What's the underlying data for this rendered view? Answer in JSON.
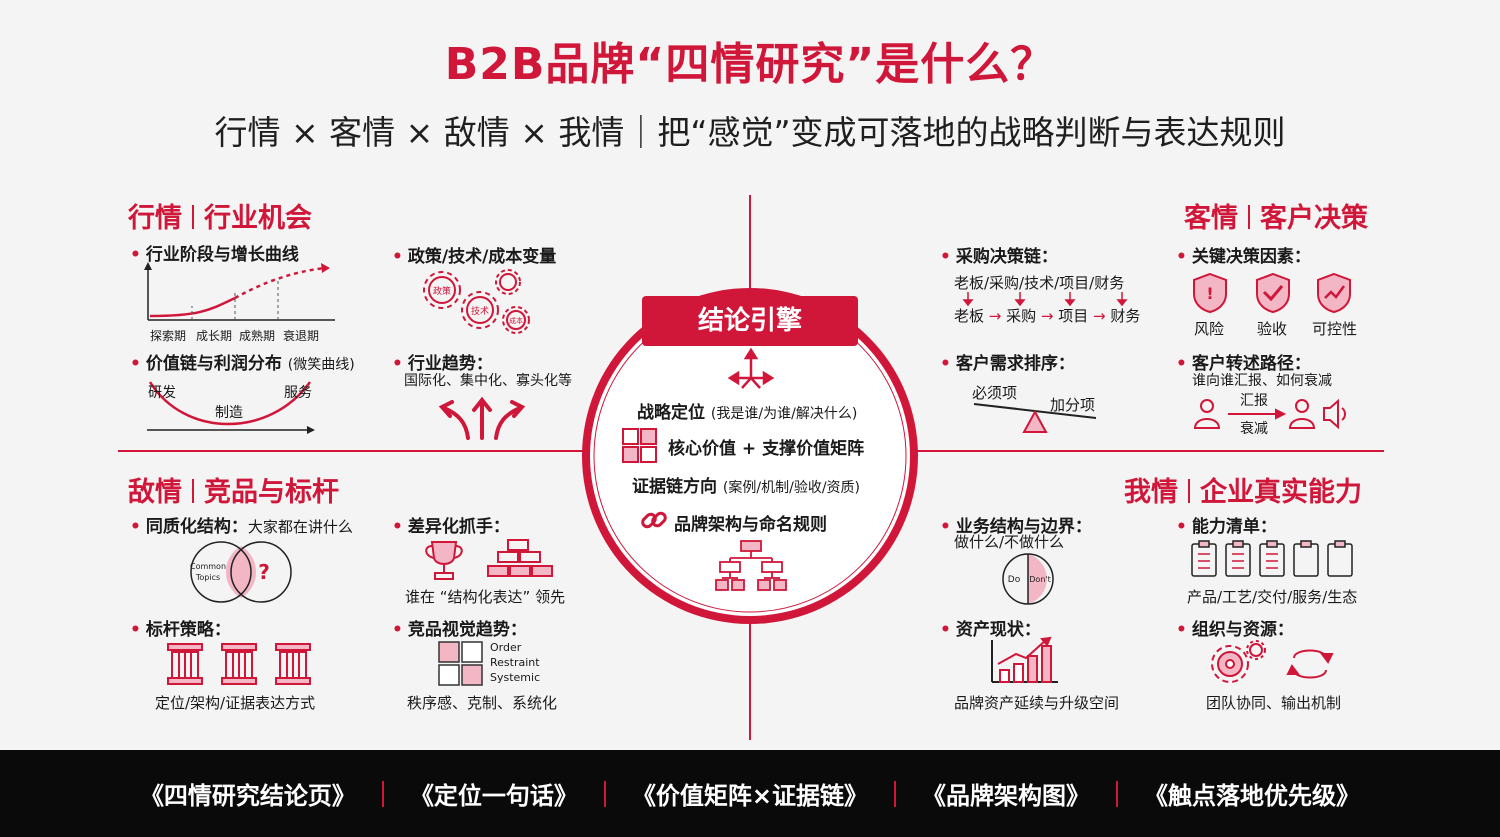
{
  "header": {
    "title": "B2B品牌“四情研究”是什么？",
    "subtitle": "行情 × 客情 × 敌情 × 我情｜把“感觉”变成可落地的战略判断与表达规则"
  },
  "q_top_left": {
    "title_a": "行情",
    "title_b": "行业机会",
    "b1": "行业阶段与增长曲线",
    "stages": [
      "探索期",
      "成长期",
      "成熟期",
      "衰退期"
    ],
    "b2": "价值链与利润分布",
    "b2_note": "(微笑曲线)",
    "smile": [
      "研发",
      "制造",
      "服务"
    ],
    "b3": "政策/技术/成本变量",
    "gear_labels": [
      "政策",
      "技术",
      "成本"
    ],
    "b4": "行业趋势：",
    "b4_text": "国际化、集中化、寡头化等"
  },
  "q_top_right": {
    "title_a": "客情",
    "title_b": "客户决策",
    "b1": "采购决策链：",
    "chain_top": "老板/采购/技术/项目/财务",
    "chain_bottom": [
      "老板",
      "采购",
      "项目",
      "财务"
    ],
    "b2": "客户需求排序：",
    "scale": [
      "必须项",
      "加分项"
    ],
    "b3": "关键决策因素：",
    "factors": [
      "风险",
      "验收",
      "可控性"
    ],
    "b4": "客户转述路径：",
    "b4_text": "谁向谁汇报、如何衰减",
    "path_labels": [
      "汇报",
      "衰减"
    ]
  },
  "q_bottom_left": {
    "title_a": "敌情",
    "title_b": "竞品与标杆",
    "b1": "同质化结构：",
    "b1_text": "大家都在讲什么",
    "venn": [
      "Common",
      "Topics",
      "?"
    ],
    "b2": "标杆策略：",
    "b2_text": "定位/架构/证据表达方式",
    "b3": "差异化抓手：",
    "b3_text": "谁在 “结构化表达” 领先",
    "b4": "竞品视觉趋势：",
    "visual_words": [
      "Order",
      "Restraint",
      "Systemic"
    ],
    "b4_text": "秩序感、克制、系统化"
  },
  "q_bottom_right": {
    "title_a": "我情",
    "title_b": "企业真实能力",
    "b1": "业务结构与边界：",
    "b1_text": "做什么/不做什么",
    "doc": [
      "Do",
      "Don't"
    ],
    "b2": "资产现状：",
    "b2_text": "品牌资产延续与升级空间",
    "b3": "能力清单：",
    "b3_text": "产品/工艺/交付/服务/生态",
    "b4": "组织与资源：",
    "b4_text": "团队协同、输出机制"
  },
  "core": {
    "title": "结论引擎",
    "r1": "战略定位",
    "r1_note": "(我是谁/为谁/解决什么)",
    "r2": "核心价值 + 支撑价值矩阵",
    "r3": "证据链方向",
    "r3_note": "(案例/机制/验收/资质)",
    "r4": "品牌架构与命名规则"
  },
  "footer": {
    "items": [
      "《四情研究结论页》",
      "《定位一句话》",
      "《价值矩阵×证据链》",
      "《品牌架构图》",
      "《触点落地优先级》"
    ]
  },
  "colors": {
    "accent": "#d0173a",
    "pink": "#f3b6c4",
    "bg": "#f4f4f4",
    "footer": "#0a0a0a"
  }
}
